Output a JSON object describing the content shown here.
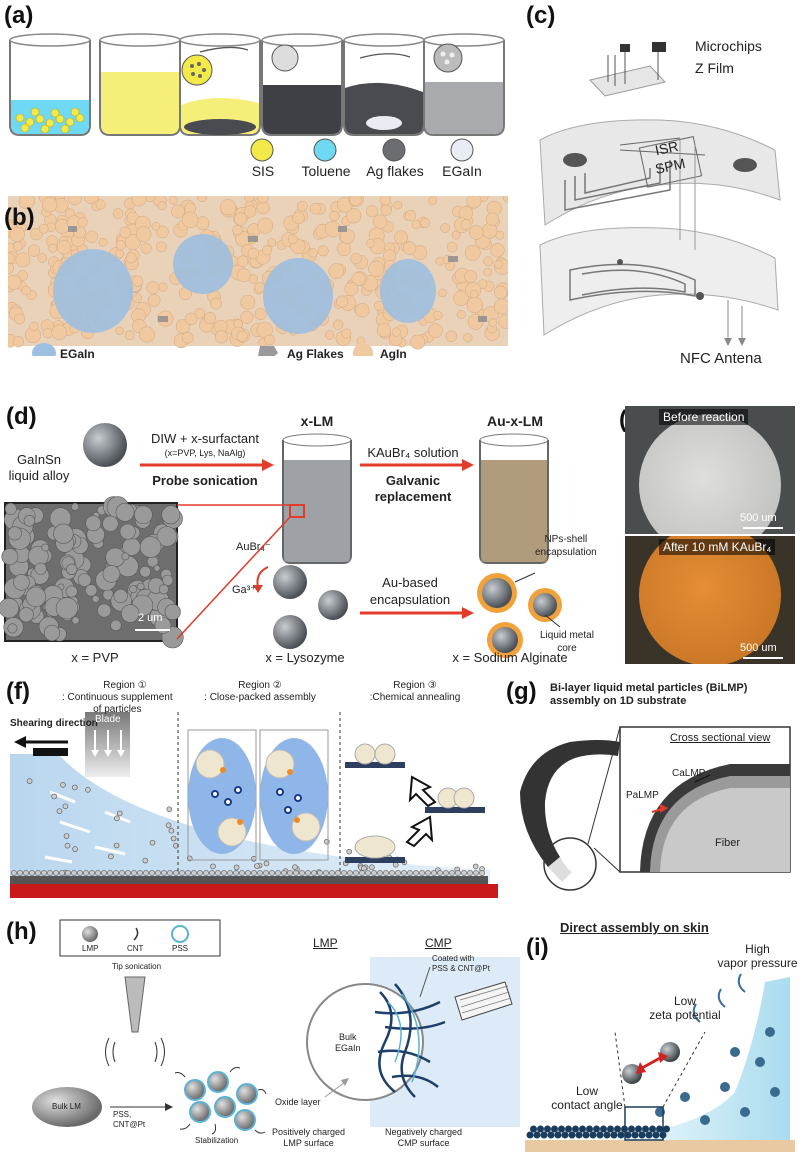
{
  "panels": {
    "a": {
      "label": "(a)",
      "legend": [
        {
          "name": "SIS",
          "color": "#f3ea4a"
        },
        {
          "name": "Toluene",
          "color": "#6fd8f2"
        },
        {
          "name": "Ag flakes",
          "color": "#6b6d72"
        },
        {
          "name": "EGaIn",
          "color": "#e9edf3"
        }
      ]
    },
    "b": {
      "label": "(b)",
      "legend": [
        "EGaIn",
        "Ag Flakes",
        "AgIn"
      ]
    },
    "c": {
      "label": "(c)",
      "microchips": "Microchips",
      "zfilm": "Z Film",
      "isr": "ISR",
      "spm": "SPM",
      "nfc": "NFC Antena"
    },
    "d": {
      "label": "(d)",
      "alloy": "GaInSn\nliquid alloy",
      "step1_top": "DIW + x-surfactant",
      "step1_sub": "(x=PVP, Lys, NaAlg)",
      "step1_bottom": "Probe sonication",
      "xlm": "x-LM",
      "step2_top": "KAuBr₄ solution",
      "step2_bottom": "Galvanic replacement",
      "aulm": "Au-x-LM",
      "scale": "2 um",
      "aubr4": "AuBr₄⁻",
      "ga3": "Ga³⁺",
      "encaps_top": "Au-based",
      "encaps_bottom": "encapsulation",
      "shell": "NPs-shell\nencapsulation",
      "core": "Liquid metal\ncore",
      "x_pvp": "x = PVP",
      "x_lys": "x = Lysozyme",
      "x_na": "x = Sodium Alginate"
    },
    "e": {
      "label": "(e)",
      "before": "Before reaction",
      "after": "After 10 mM KAuBr₄",
      "scale": "500 um"
    },
    "f": {
      "label": "(f)",
      "r1": "Region ①",
      "r1_desc": ": Continuous supplement\nof particles",
      "r2": "Region ②",
      "r2_desc": ": Close-packed assembly",
      "r3": "Region ③",
      "r3_desc": ":Chemical annealing",
      "shear": "Shearing direction",
      "blade": "Blade"
    },
    "g": {
      "label": "(g)",
      "title": "Bi-layer liquid metal particles (BiLMP)\nassembly on 1D substrate",
      "cross": "Cross sectional view",
      "calmp": "CaLMP",
      "palmp": "PaLMP",
      "fiber": "Fiber"
    },
    "h": {
      "label": "(h)",
      "leg_lmp": "LMP",
      "leg_cnt": "CNT",
      "leg_pss": "PSS",
      "tip": "Tip sonication",
      "bulk": "Bulk LM",
      "reagents": "PSS,\nCNT@Pt",
      "stab": "Stabilization",
      "lmp": "LMP",
      "cmp": "CMP",
      "bulk_egain": "Bulk\nEGaIn",
      "coated": "Coated with\nPSS & CNT@Pt",
      "oxide": "Oxide layer",
      "pos": "Positively charged\nLMP surface",
      "neg": "Negatively charged\nCMP surface"
    },
    "i": {
      "label": "(i)",
      "title": "Direct assembly on skin",
      "vapor": "High\nvapor pressure",
      "zeta": "Low\nzeta potential",
      "angle": "Low\ncontact angle"
    }
  }
}
